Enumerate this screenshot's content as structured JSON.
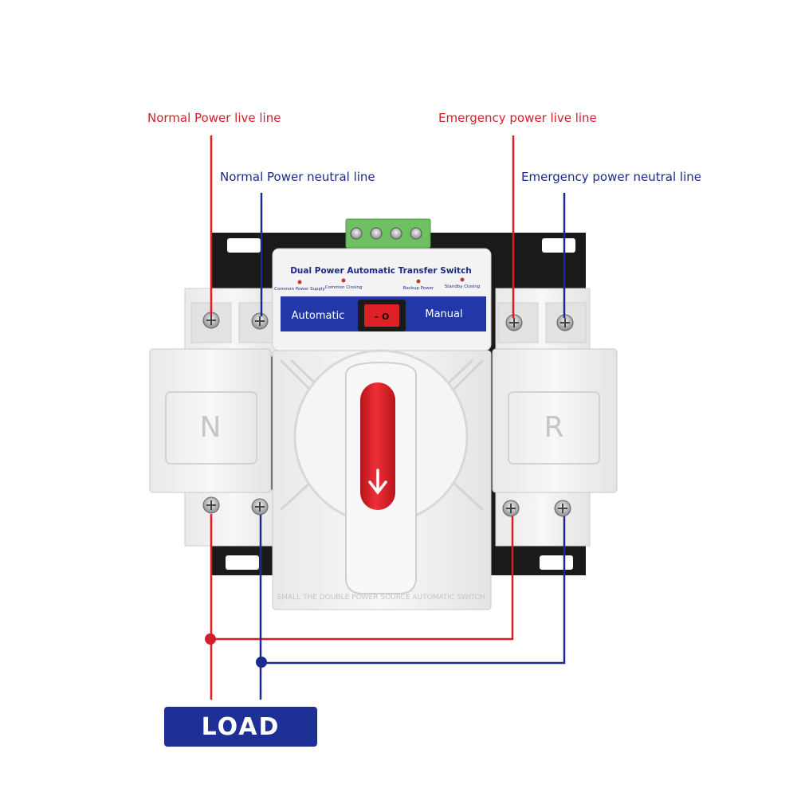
{
  "callouts": {
    "normal_live": "Normal Power live line",
    "normal_neutral": "Normal Power neutral line",
    "emergency_live": "Emergency power live line",
    "emergency_neutral": "Emergency power neutral line"
  },
  "device": {
    "title": "Dual Power Automatic Transfer Switch",
    "indicators": [
      "Common Power Supply",
      "Common Closing",
      "Backup Power",
      "Standby Closing"
    ],
    "mode_left": "Automatic",
    "mode_right": "Manual",
    "rocker_label": "– O",
    "left_module": "N",
    "right_module": "R",
    "bottom_text": "SMALL THE DOUBLE POWER SOURCE AUTOMATIC SWITCH"
  },
  "load_label": "LOAD",
  "colors": {
    "live": "#d41f2a",
    "neutral": "#1b2a8c",
    "load_box": "#1e2f96",
    "handle": "#e0262c"
  }
}
